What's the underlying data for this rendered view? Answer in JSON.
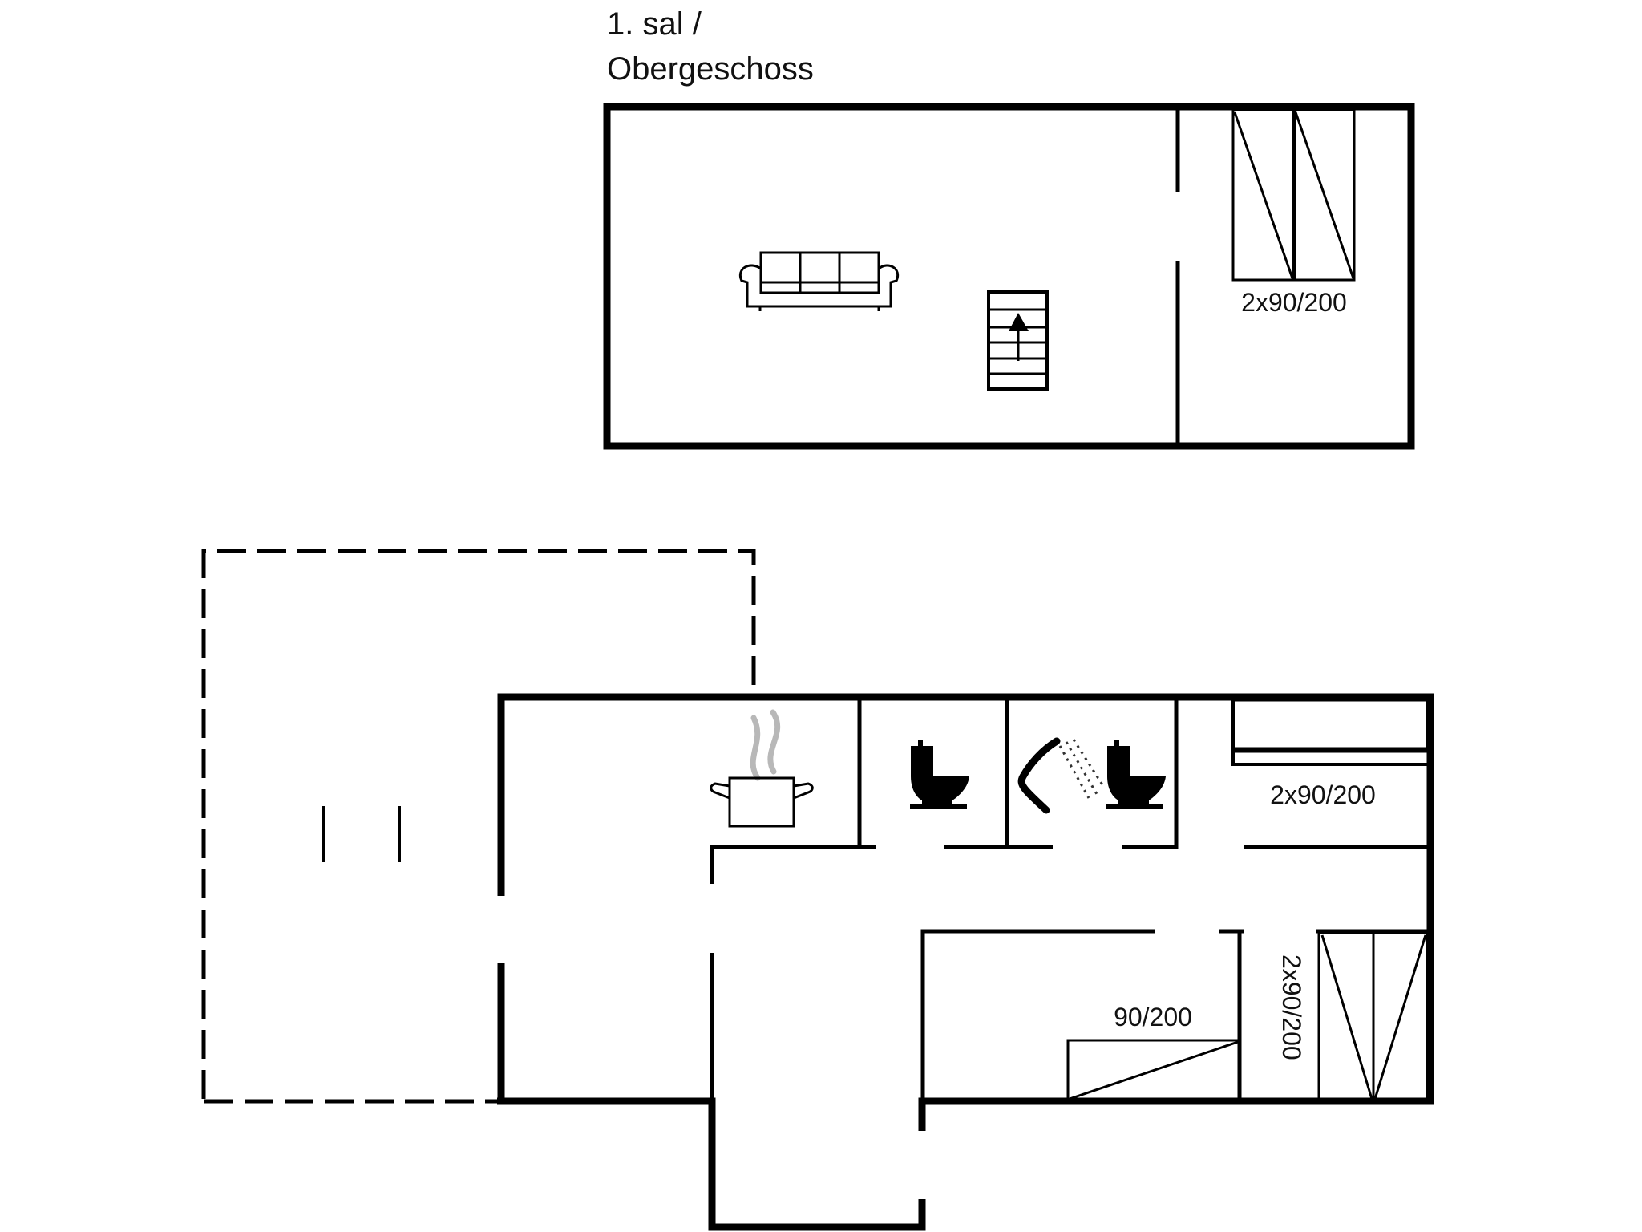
{
  "floors": {
    "upper": {
      "title_line1": "1. sal /",
      "title_line2": "Obergeschoss",
      "rooms": [
        {
          "name": "living-area",
          "furniture": [
            "sofa-icon",
            "stairs-up-icon"
          ]
        },
        {
          "name": "bedroom",
          "bed_label": "2x90/200",
          "furniture": [
            "twin-bed-icon"
          ]
        }
      ]
    },
    "ground": {
      "title": "",
      "rooms": [
        {
          "name": "kitchen-living",
          "furniture": [
            "cooking-pot-icon"
          ]
        },
        {
          "name": "toilet",
          "furniture": [
            "toilet-icon"
          ]
        },
        {
          "name": "bathroom",
          "furniture": [
            "shower-icon",
            "toilet-icon"
          ]
        },
        {
          "name": "bedroom-1",
          "bed_label": "2x90/200",
          "furniture": [
            "bunk-bed-icon"
          ]
        },
        {
          "name": "bedroom-2",
          "bed_label": "90/200",
          "furniture": [
            "single-bed-icon"
          ]
        },
        {
          "name": "bedroom-3",
          "bed_label": "2x90/200",
          "furniture": [
            "twin-bed-icon"
          ]
        },
        {
          "name": "terrace",
          "style": "dashed"
        }
      ]
    }
  },
  "colors": {
    "wall": "#000000",
    "steam": "#b8b8b8",
    "background": "#ffffff"
  }
}
